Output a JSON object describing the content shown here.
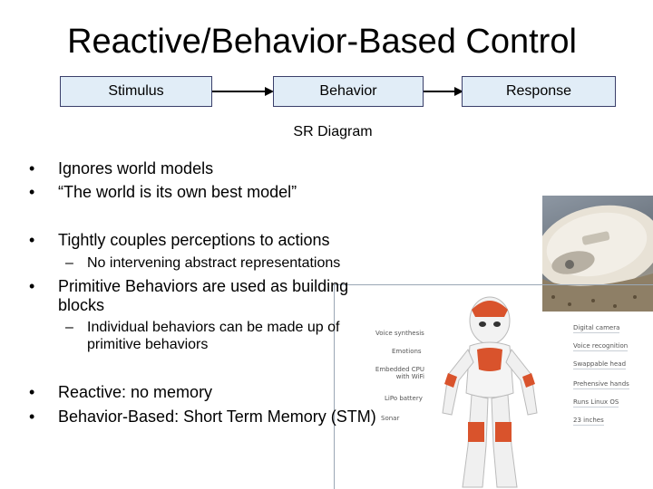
{
  "title": "Reactive/Behavior-Based Control",
  "diagram": {
    "stimulus": "Stimulus",
    "behavior": "Behavior",
    "response": "Response",
    "caption": "SR Diagram"
  },
  "bullets": {
    "b1": "Ignores world models",
    "b2": "“The world is its own best model”",
    "b3": "Tightly couples perceptions to actions",
    "b3_sub": "No intervening abstract representations",
    "b4_line1": "Primitive Behaviors are used as building",
    "b4_line2": "blocks",
    "b4_sub_line1": "Individual behaviors can be made up of",
    "b4_sub_line2": "primitive behaviors",
    "b5": "Reactive: no memory",
    "b6": "Behavior-Based: Short Term Memory (STM)"
  },
  "markers": {
    "bullet": "•",
    "dash": "–"
  },
  "nao_labels": {
    "left": [
      "Voice synthesis",
      "Emotions",
      "Embedded CPU with WiFi",
      "LiPo battery",
      "Sonar"
    ],
    "right": [
      "Digital camera",
      "Voice recognition",
      "Swappable head",
      "Prehensive hands",
      "Runs Linux OS",
      "23 inches"
    ]
  },
  "colors": {
    "box_fill": "#e1edf7",
    "box_border": "#3a3f6a",
    "robot_orange": "#d9532c"
  }
}
